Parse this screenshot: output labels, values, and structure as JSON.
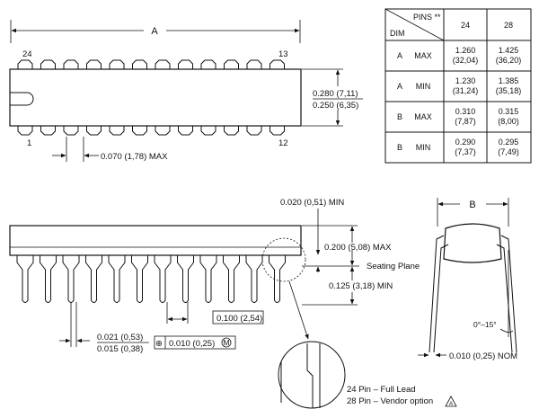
{
  "top_view": {
    "dim_a": "A",
    "pin_24": "24",
    "pin_13": "13",
    "pin_1": "1",
    "pin_12": "12",
    "pin_width": "0.070 (1,78) MAX",
    "body_width_max": "0.280 (7,11)",
    "body_width_min": "0.250 (6,35)"
  },
  "table": {
    "header_pins": "PINS **",
    "header_dim": "DIM",
    "columns": [
      "24",
      "28"
    ],
    "rows": [
      {
        "dim": "A",
        "limit": "MAX",
        "v24": [
          "1.260",
          "(32,04)"
        ],
        "v28": [
          "1.425",
          "(36,20)"
        ]
      },
      {
        "dim": "A",
        "limit": "MIN",
        "v24": [
          "1.230",
          "(31,24)"
        ],
        "v28": [
          "1.385",
          "(35,18)"
        ]
      },
      {
        "dim": "B",
        "limit": "MAX",
        "v24": [
          "0.310",
          "(7,87)"
        ],
        "v28": [
          "0.315",
          "(8,00)"
        ]
      },
      {
        "dim": "B",
        "limit": "MIN",
        "v24": [
          "0.290",
          "(7,37)"
        ],
        "v28": [
          "0.295",
          "(7,49)"
        ]
      }
    ]
  },
  "side_view": {
    "standoff_min": "0.020 (0,51) MIN",
    "height_max": "0.200 (5,08) MAX",
    "seating_plane": "Seating Plane",
    "lead_length_min": "0.125 (3,18) MIN",
    "pitch": "0.100 (2,54)",
    "lead_width_max": "0.021 (0,53)",
    "lead_width_min": "0.015 (0,38)",
    "tolerance_symbol": "⊕",
    "tolerance_value": "0.010 (0,25)",
    "tolerance_modifier": "M"
  },
  "end_view": {
    "dim_b": "B",
    "angle": "0°–15°",
    "lead_thickness": "0.010 (0,25) NOM"
  },
  "detail": {
    "note_24": "24 Pin – Full Lead",
    "note_28": "28 Pin – Vendor option",
    "note_flag": "A"
  }
}
